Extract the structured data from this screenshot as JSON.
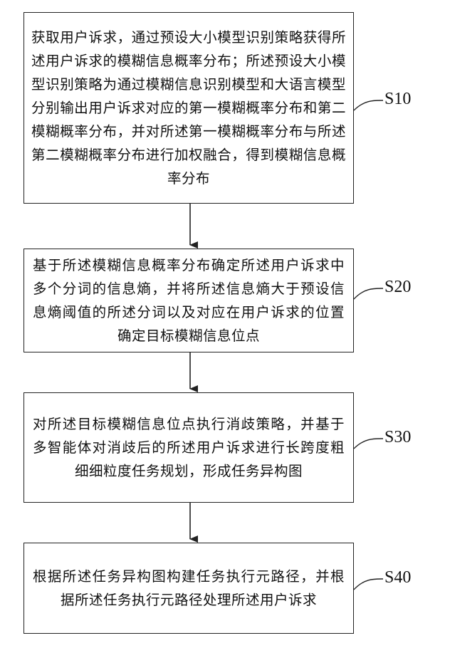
{
  "steps": [
    {
      "id": "S10",
      "text": "获取用户诉求，通过预设大小模型识别策略获得所述用户诉求的模糊信息概率分布；所述预设大小模型识别策略为通过模糊信息识别模型和大语言模型分别输出用户诉求对应的第一模糊概率分布和第二模糊概率分布，并对所述第一模糊概率分布与所述第二模糊概率分布进行加权融合，得到模糊信息概率分布"
    },
    {
      "id": "S20",
      "text": "基于所述模糊信息概率分布确定所述用户诉求中多个分词的信息熵，并将所述信息熵大于预设信息熵阈值的所述分词以及对应在用户诉求的位置确定目标模糊信息位点"
    },
    {
      "id": "S30",
      "text": "对所述目标模糊信息位点执行消歧策略，并基于多智能体对消歧后的所述用户诉求进行长跨度粗细细粒度任务规划，形成任务异构图"
    },
    {
      "id": "S40",
      "text": "根据所述任务异构图构建任务执行元路径，并根据所述任务执行元路径处理所述用户诉求"
    }
  ]
}
